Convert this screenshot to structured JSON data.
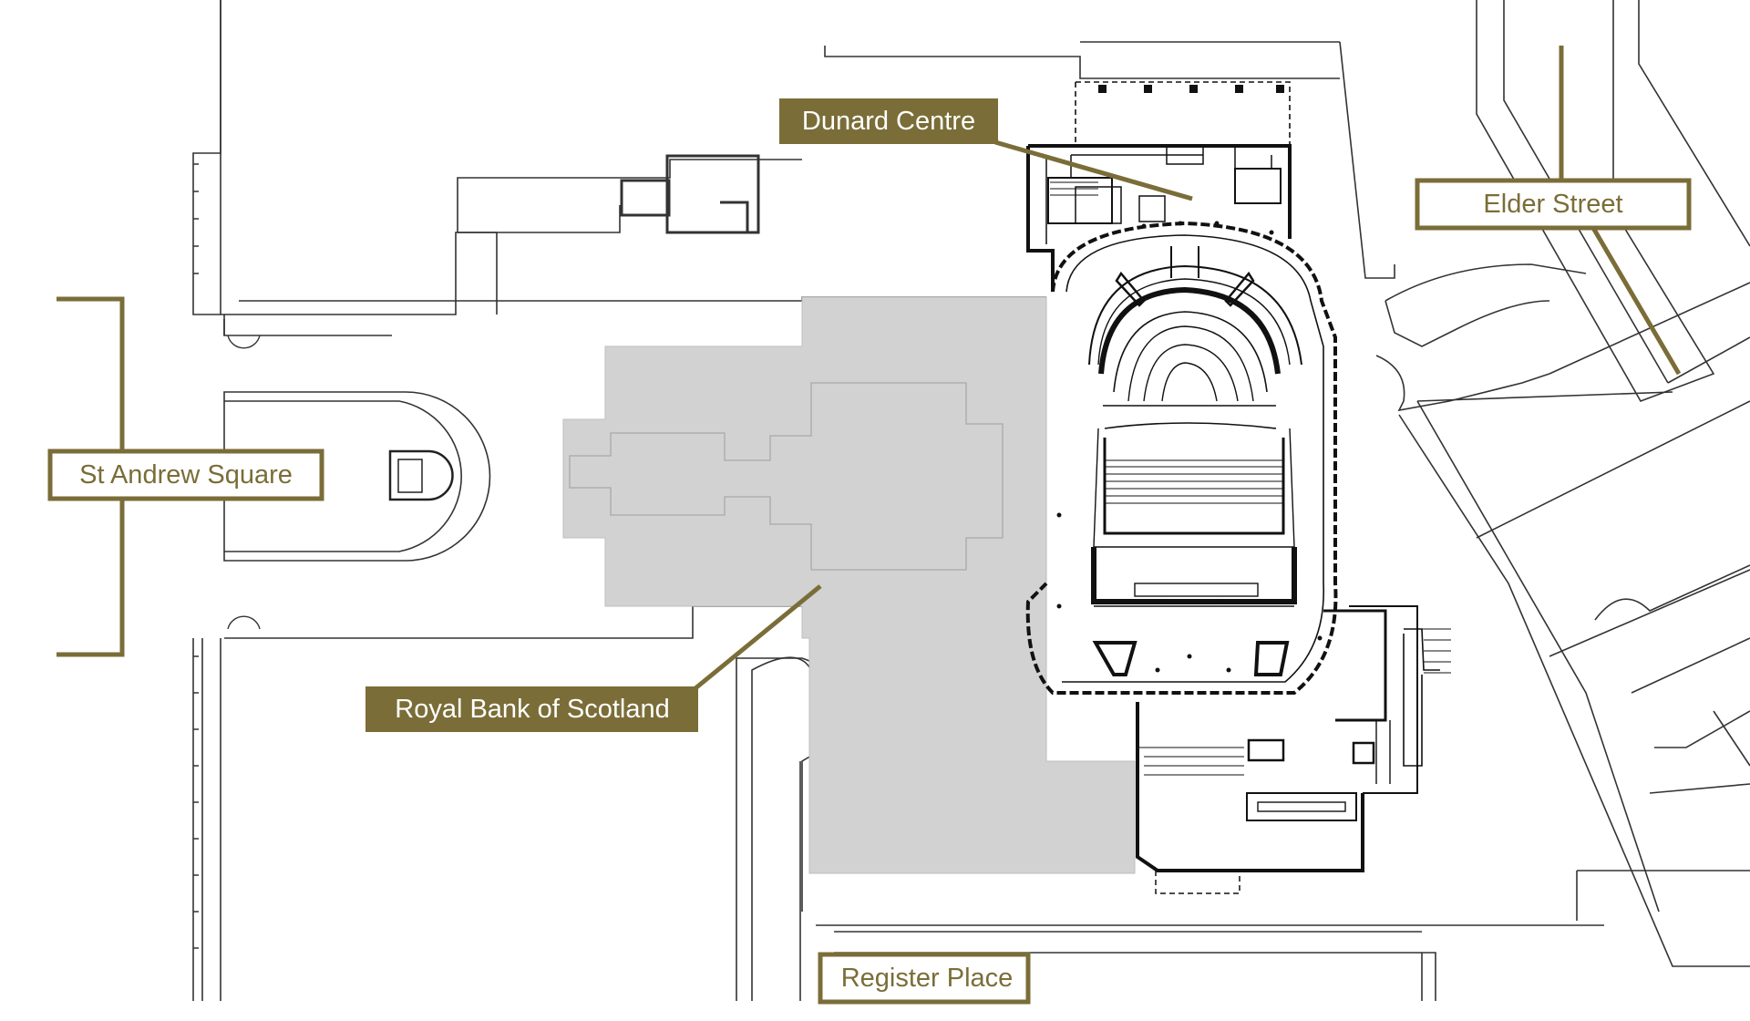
{
  "colors": {
    "accent": "#7a6d38",
    "building_gray": "#d2d2d2",
    "outline": "#222222",
    "background": "#ffffff",
    "label_on_fill": "#ffffff"
  },
  "labels": {
    "dunard_centre": "Dunard Centre",
    "elder_street": "Elder Street",
    "st_andrew_square": "St Andrew Square",
    "royal_bank_of_scotland": "Royal Bank of Scotland",
    "register_place": "Register Place"
  }
}
